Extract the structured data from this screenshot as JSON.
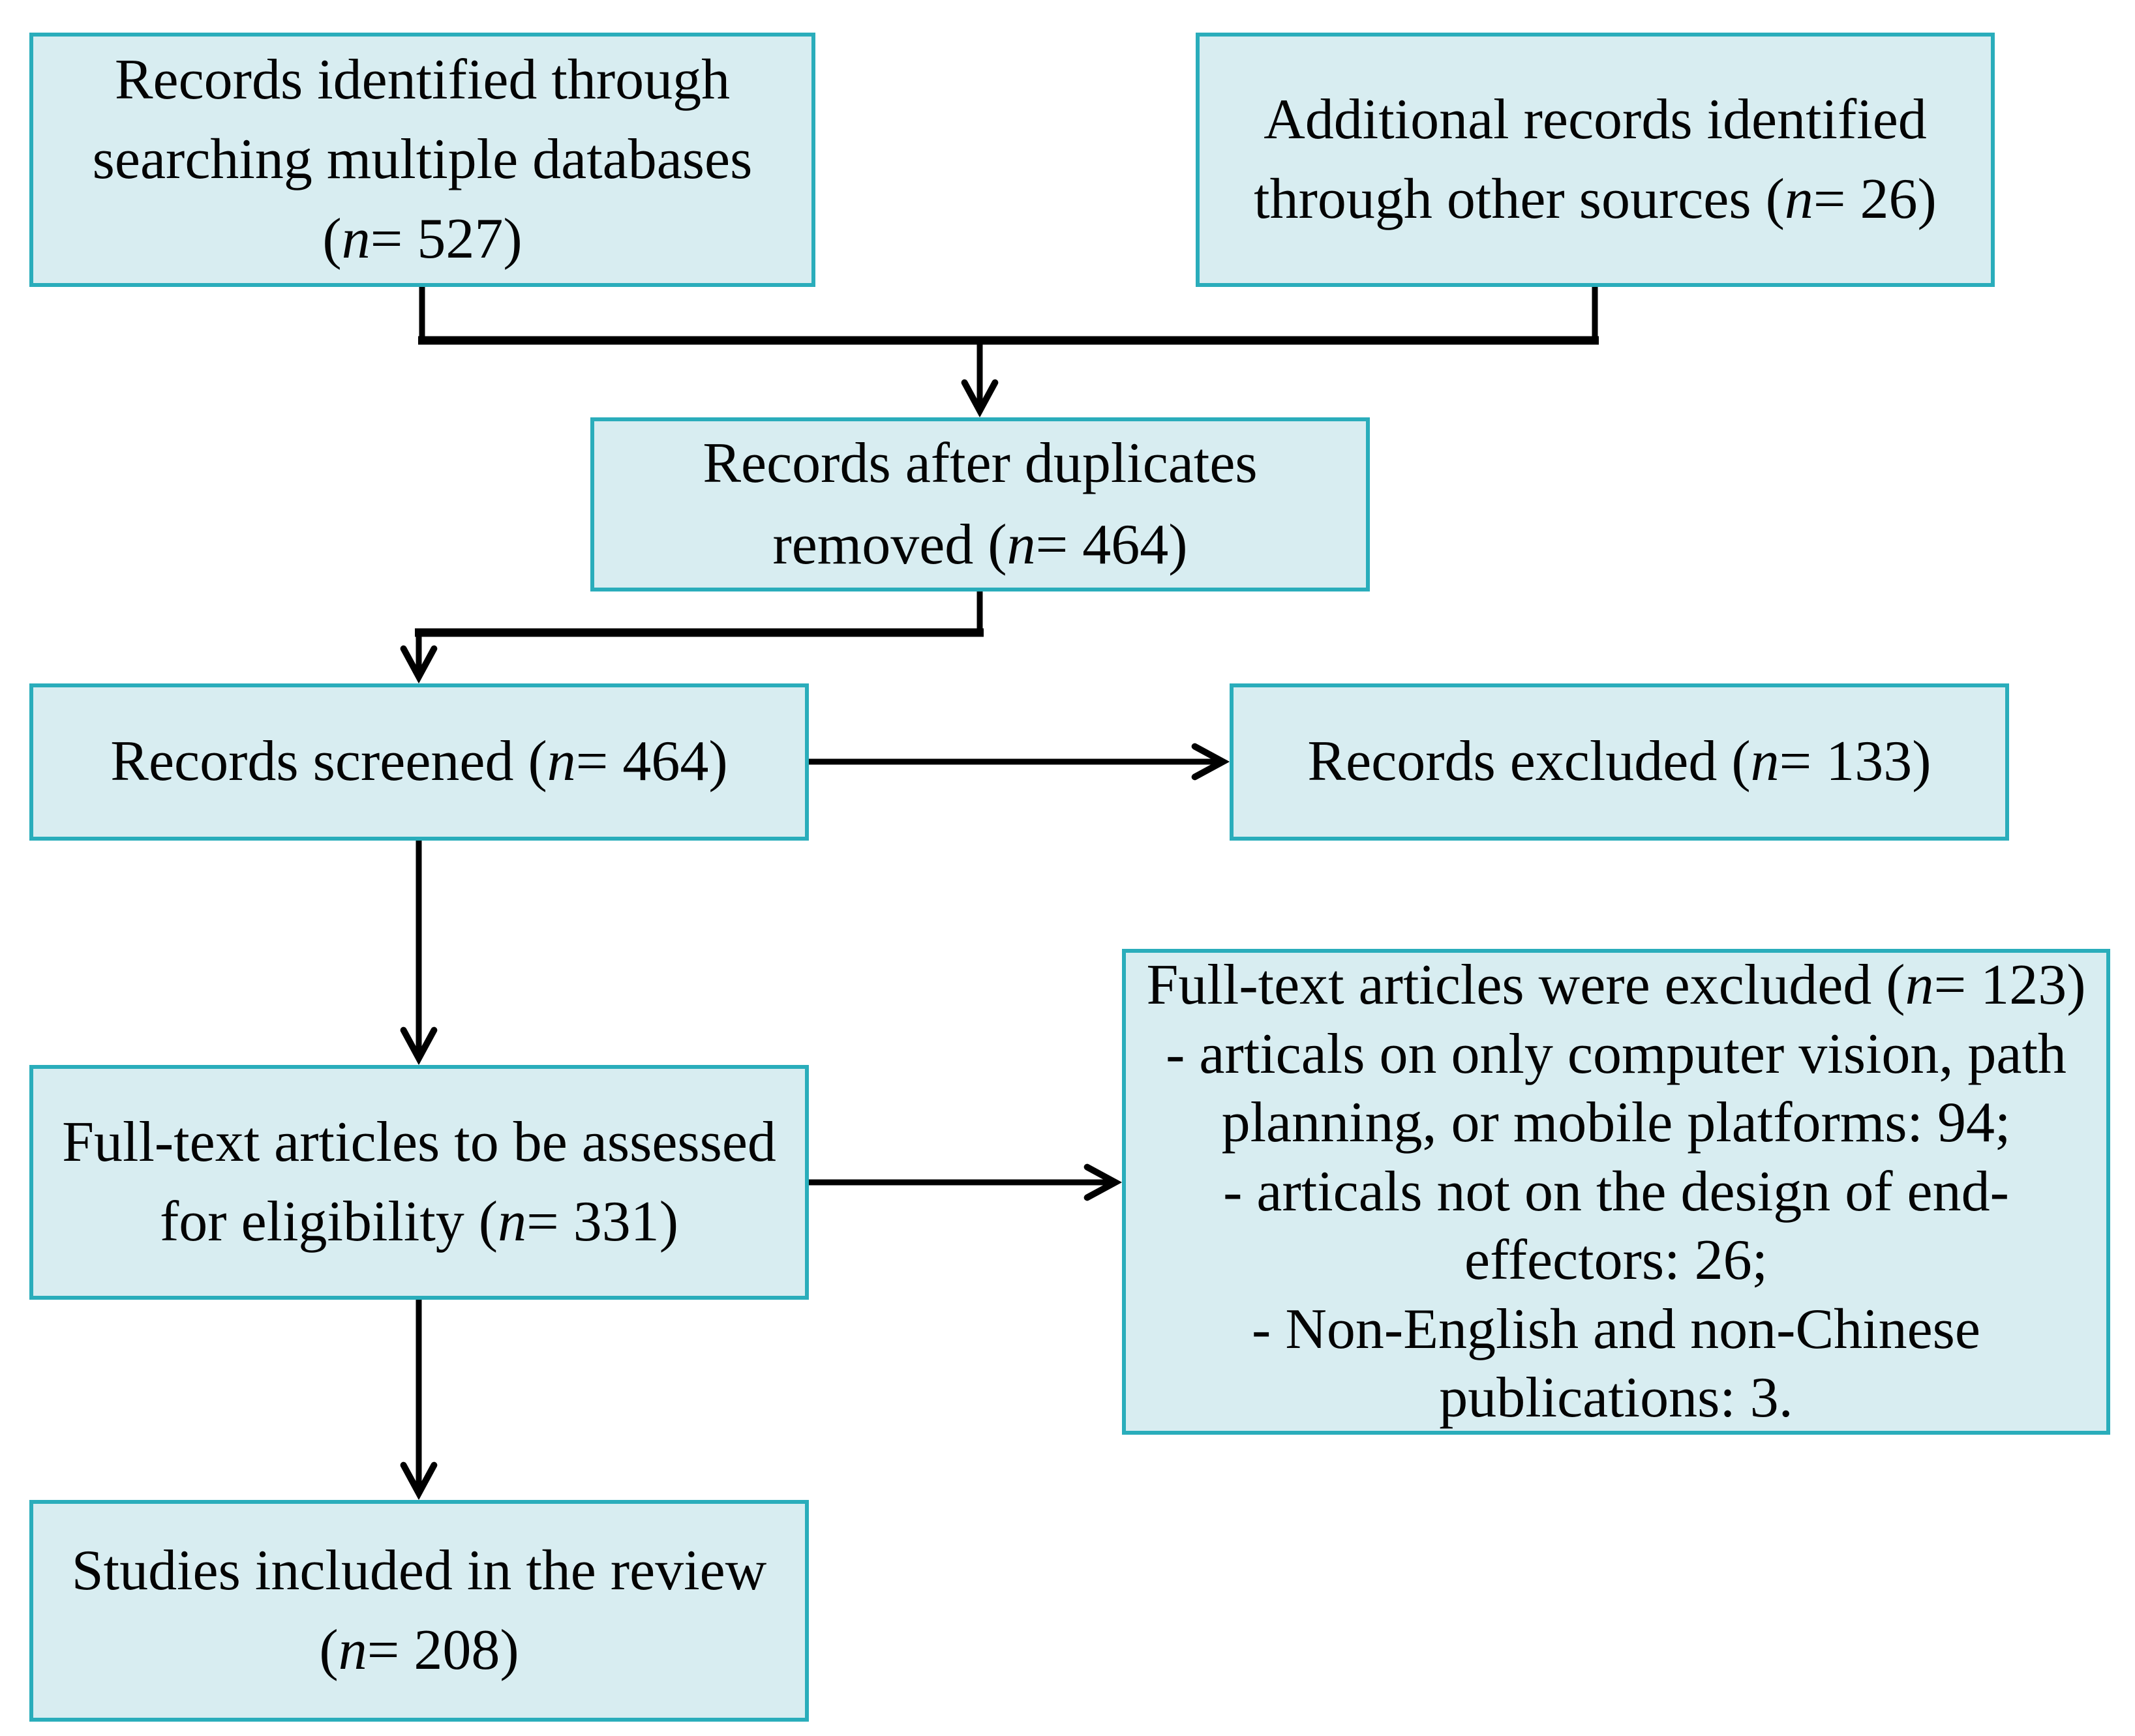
{
  "colors": {
    "box_fill": "#d8edf1",
    "box_border": "#2aadbb",
    "line_color": "#000000"
  },
  "boxes": {
    "identified": {
      "lines": [
        "Records identified through",
        "searching multiple databases",
        "(n= 527)"
      ]
    },
    "additional": {
      "lines": [
        "Additional records identified",
        "through other sources (n= 26)"
      ]
    },
    "deduplicated": {
      "lines": [
        "Records after duplicates",
        "removed (n= 464)"
      ]
    },
    "screened": {
      "lines": [
        "Records screened (n= 464)"
      ]
    },
    "records_excluded": {
      "lines": [
        "Records excluded (n= 133)"
      ]
    },
    "fulltext_assessed": {
      "lines": [
        "Full-text articles to be assessed",
        "for eligibility (n= 331)"
      ]
    },
    "fulltext_excluded": {
      "lines": [
        "Full-text articles were excluded (n= 123)",
        "- articals on only computer vision, path",
        "planning, or mobile platforms: 94;",
        "- articals not on the design of end-",
        "effectors: 26;",
        "- Non-English and non-Chinese",
        "publications: 3."
      ]
    },
    "included": {
      "lines": [
        "Studies included in the review",
        "(n= 208)"
      ]
    }
  }
}
